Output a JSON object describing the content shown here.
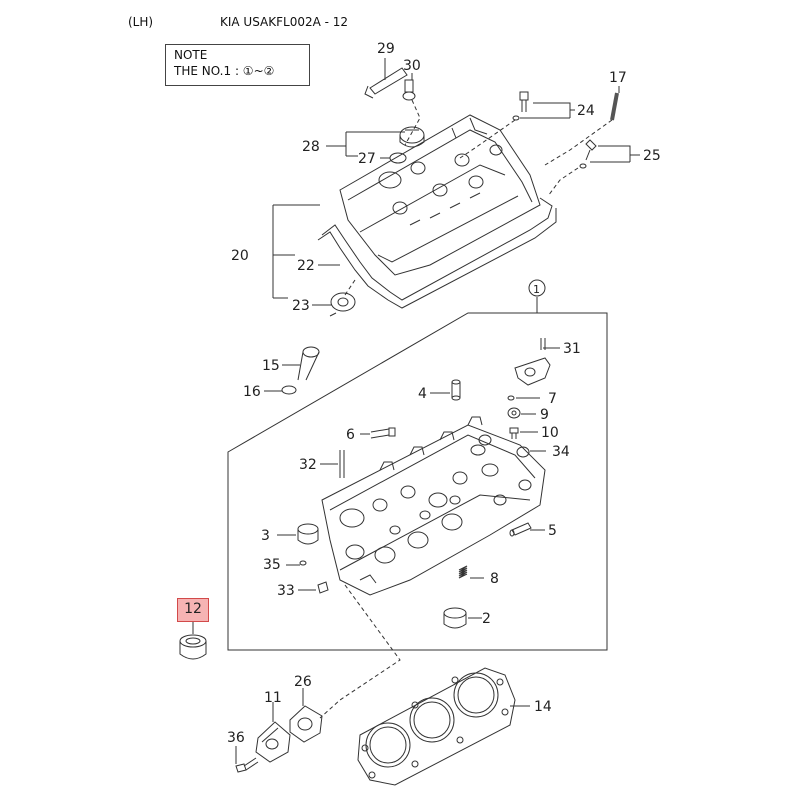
{
  "header": {
    "side": "(LH)",
    "code": "KIA USAKFL002A - 12"
  },
  "note": {
    "title": "NOTE",
    "line": "THE NO.1 : ①~②"
  },
  "highlight": {
    "label": "12",
    "color": "#f6b3b3"
  },
  "callouts": {
    "c1": "1",
    "c2": "2",
    "c3": "3",
    "c4": "4",
    "c5": "5",
    "c6": "6",
    "c7": "7",
    "c8": "8",
    "c9": "9",
    "c10": "10",
    "c11": "11",
    "c14": "14",
    "c15": "15",
    "c16": "16",
    "c17": "17",
    "c20": "20",
    "c22": "22",
    "c23": "23",
    "c24": "24",
    "c25": "25",
    "c26": "26",
    "c27": "27",
    "c28": "28",
    "c29": "29",
    "c30": "30",
    "c31": "31",
    "c32": "32",
    "c33": "33",
    "c34": "34",
    "c35": "35",
    "c36": "36"
  }
}
